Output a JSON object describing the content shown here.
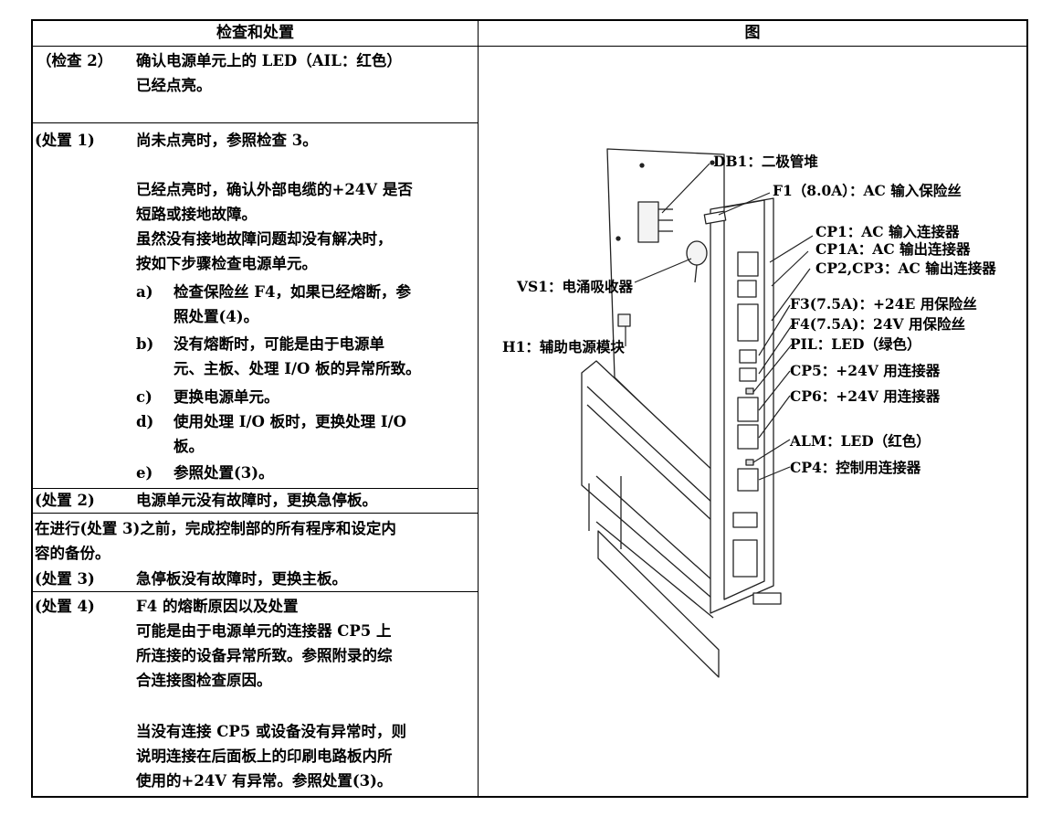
{
  "header": {
    "left": "检查和处置",
    "right": "图"
  },
  "rows": {
    "check2": {
      "label": "（检查 2）",
      "lines": [
        "确认电源单元上的 LED（AIL：红色）",
        "已经点亮。"
      ]
    },
    "action1": {
      "label": "(处置 1)",
      "line1": "尚未点亮时，参照检查 3。",
      "lines2": [
        "已经点亮时，确认外部电缆的+24V 是否",
        "短路或接地故障。",
        "虽然没有接地故障问题却没有解决时，",
        "按如下步骤检查电源单元。"
      ],
      "steps": [
        {
          "mark": "a)",
          "lines": [
            "检查保险丝 F4，如果已经熔断，参",
            "照处置(4)。"
          ]
        },
        {
          "mark": "b)",
          "lines": [
            "没有熔断时，可能是由于电源单",
            "元、主板、处理 I/O 板的异常所致。"
          ]
        },
        {
          "mark": "c)",
          "lines": [
            "更换电源单元。"
          ]
        },
        {
          "mark": "d)",
          "lines": [
            "使用处理 I/O 板时，更换处理 I/O",
            "板。"
          ]
        },
        {
          "mark": "e)",
          "lines": [
            "参照处置(3)。"
          ]
        }
      ]
    },
    "action2": {
      "label": "(处置 2)",
      "text": "电源单元没有故障时，更换急停板。"
    },
    "backup_note": {
      "lines": [
        "在进行(处置 3)之前，完成控制部的所有程序和设定内",
        "容的备份。"
      ]
    },
    "action3": {
      "label": "(处置 3)",
      "text": "急停板没有故障时，更换主板。"
    },
    "action4": {
      "label": "(处置 4)",
      "title": "F4 的熔断原因以及处置",
      "lines1": [
        "可能是由于电源单元的连接器 CP5 上",
        "所连接的设备异常所致。参照附录的综",
        "合连接图检查原因。"
      ],
      "lines2": [
        "当没有连接 CP5 或设备没有异常时，则",
        "说明连接在后面板上的印刷电路板内所",
        "使用的+24V 有异常。参照处置(3)。"
      ]
    }
  },
  "diagram_labels": {
    "db1": "DB1：二极管堆",
    "f1": "F1（8.0A）：AC 输入保险丝",
    "cp1": "CP1：AC 输入连接器",
    "cp1a": "CP1A：AC 输出连接器",
    "cp23": "CP2,CP3：AC 输出连接器",
    "vs1": "VS1：电涌吸收器",
    "f3": "F3(7.5A)：+24E 用保险丝",
    "f4": "F4(7.5A)：24V 用保险丝",
    "h1": "H1：辅助电源模块",
    "pil": "PIL：LED（绿色）",
    "cp5": "CP5：+24V 用连接器",
    "cp6": "CP6：+24V 用连接器",
    "alm": "ALM：LED（红色）",
    "cp4": "CP4：控制用连接器"
  }
}
